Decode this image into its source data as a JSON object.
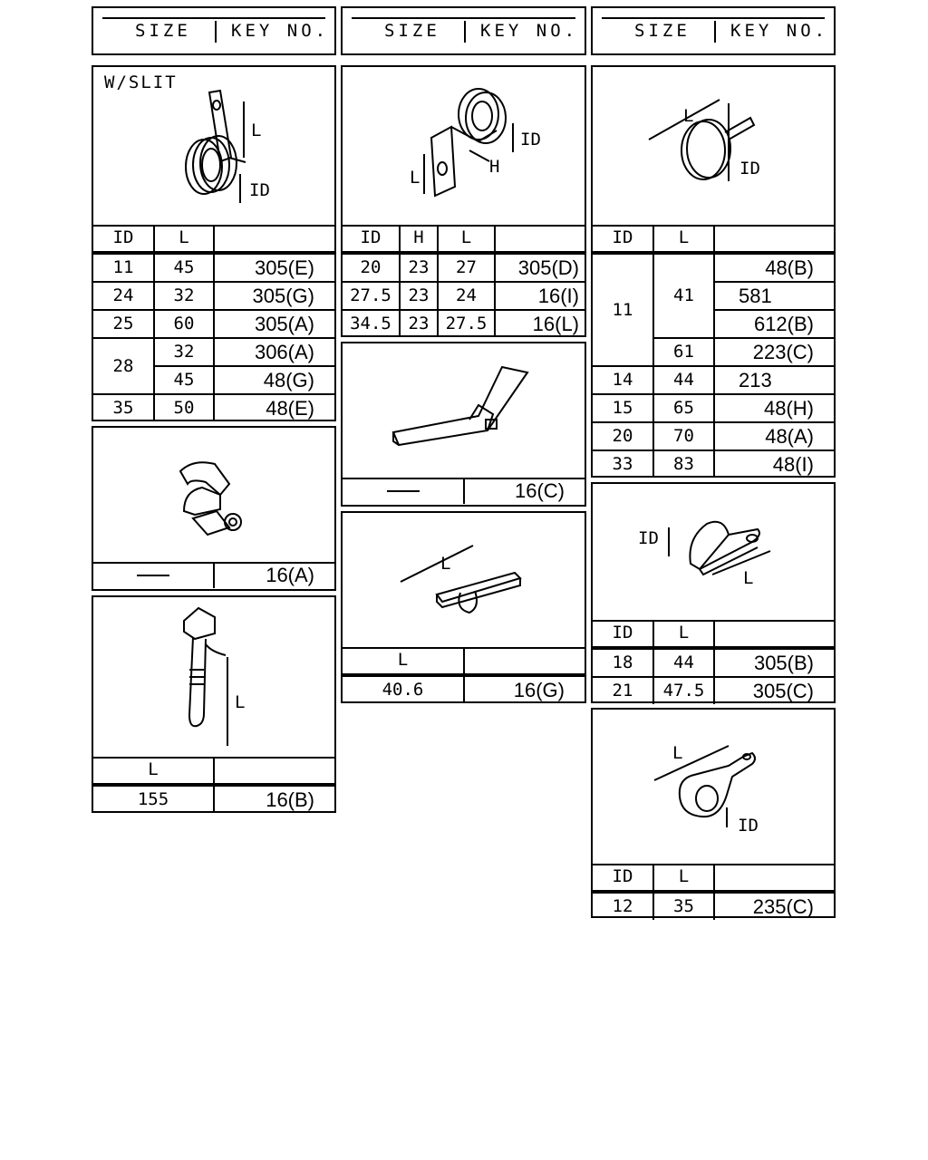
{
  "headers": {
    "size": "SIZE",
    "key_no": "KEY NO."
  },
  "p1": {
    "label": "W/SLIT",
    "dim_l": "L",
    "dim_id": "ID",
    "cols": [
      "ID",
      "L"
    ],
    "rows": [
      {
        "id": "11",
        "l": "45",
        "key": "305(E)"
      },
      {
        "id": "24",
        "l": "32",
        "key": "305(G)"
      },
      {
        "id": "25",
        "l": "60",
        "key": "305(A)"
      },
      {
        "id": "28",
        "l": "32",
        "key": "306(A)"
      },
      {
        "l": "45",
        "key": "48(G)"
      },
      {
        "id": "35",
        "l": "50",
        "key": "48(E)"
      }
    ]
  },
  "p2": {
    "dim_id": "ID",
    "dim_h": "H",
    "dim_l": "L",
    "cols": [
      "ID",
      "H",
      "L"
    ],
    "rows": [
      {
        "id": "20",
        "h": "23",
        "l": "27",
        "key": "305(D)"
      },
      {
        "id": "27.5",
        "h": "23",
        "l": "24",
        "key": "16(I)"
      },
      {
        "id": "34.5",
        "h": "23",
        "l": "27.5",
        "key": "16(L)"
      }
    ]
  },
  "p3": {
    "dim_l": "L",
    "dim_id": "ID",
    "cols": [
      "ID",
      "L"
    ],
    "rows": [
      {
        "id": "11",
        "l": "41",
        "key": "48(B)"
      },
      {
        "key": "581"
      },
      {
        "key": "612(B)"
      },
      {
        "l": "61",
        "key": "223(C)"
      },
      {
        "id": "14",
        "l": "44",
        "key": "213"
      },
      {
        "id": "15",
        "l": "65",
        "key": "48(H)"
      },
      {
        "id": "20",
        "l": "70",
        "key": "48(A)"
      },
      {
        "id": "33",
        "l": "83",
        "key": "48(I)"
      }
    ]
  },
  "p4": {
    "key": "16(A)"
  },
  "p5": {
    "key": "16(C)"
  },
  "p6": {
    "dim_l": "L",
    "col_l": "L",
    "l": "40.6",
    "key": "16(G)"
  },
  "p7": {
    "dim_l": "L",
    "col_l": "L",
    "l": "155",
    "key": "16(B)"
  },
  "p8": {
    "dim_id": "ID",
    "dim_l": "L",
    "cols": [
      "ID",
      "L"
    ],
    "rows": [
      {
        "id": "18",
        "l": "44",
        "key": "305(B)"
      },
      {
        "id": "21",
        "l": "47.5",
        "key": "305(C)"
      }
    ]
  },
  "p9": {
    "dim_l": "L",
    "dim_id": "ID",
    "cols": [
      "ID",
      "L"
    ],
    "rows": [
      {
        "id": "12",
        "l": "35",
        "key": "235(C)"
      }
    ]
  }
}
